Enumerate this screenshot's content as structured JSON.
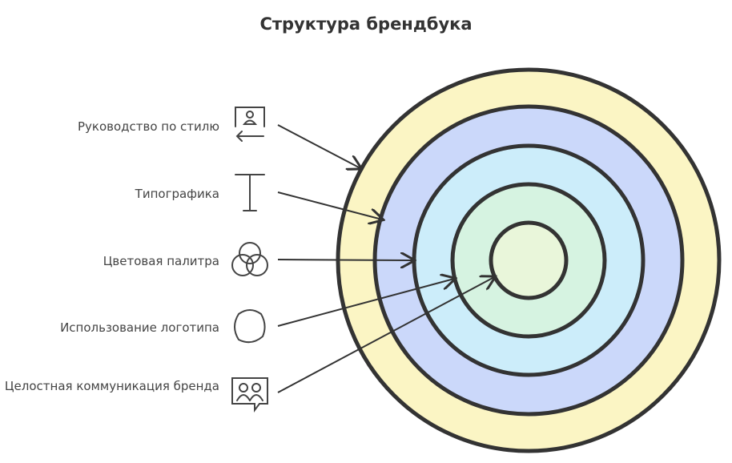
{
  "title": "Структура брендбука",
  "items": [
    {
      "label": "Руководство по стилю",
      "icon": "style-guide-icon"
    },
    {
      "label": "Типографика",
      "icon": "typography-icon"
    },
    {
      "label": "Цветовая палитра",
      "icon": "color-palette-icon"
    },
    {
      "label": "Использование логотипа",
      "icon": "logo-icon"
    },
    {
      "label": "Целостная коммуникация бренда",
      "icon": "communication-icon"
    }
  ],
  "colors": {
    "ring1": "#fbf5c4",
    "ring2": "#cbd8fa",
    "ring3": "#ccedfa",
    "ring4": "#d6f3e1",
    "core": "#e9f6da",
    "stroke": "#333333"
  }
}
